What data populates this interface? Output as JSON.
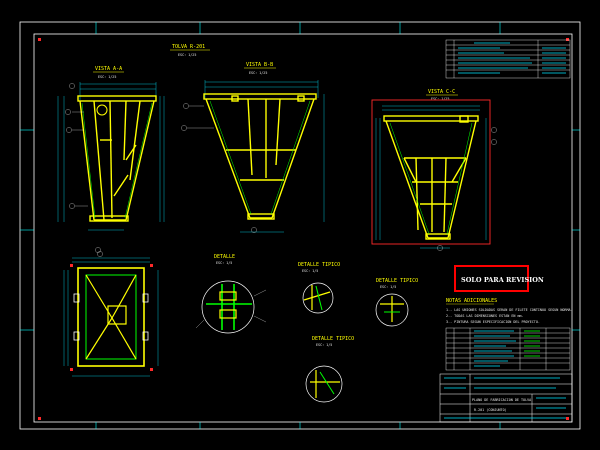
{
  "drawing": {
    "main_title": "TOLVA R-201",
    "main_title_scale": "ESC: 1/25",
    "views": [
      {
        "title": "VISTA A-A",
        "scale": "ESC: 1/25"
      },
      {
        "title": "VISTA B-B",
        "scale": "ESC: 1/25"
      },
      {
        "title": "VISTA C-C",
        "scale": "ESC: 1/25"
      }
    ],
    "details": [
      {
        "title": "DETALLE",
        "sub": "ESC: 1/5"
      },
      {
        "title": "DETALLE TIPICO",
        "sub": "ESC: 1/5"
      },
      {
        "title": "DETALLE TIPICO",
        "sub": "ESC: 1/5"
      },
      {
        "title": "DETALLE TIPICO",
        "sub": "ESC: 1/5"
      }
    ],
    "stamp_text": "SOLO PARA REVISION",
    "notes_title": "NOTAS ADICIONALES",
    "notes": [
      "1.- LAS UNIONES SOLDADAS SERAN DE FILETE CONTINUO SEGUN NORMA.",
      "2.- TODAS LAS DIMENSIONES ESTAN EN mm.",
      "3.- PINTURA SEGUN ESPECIFICACION DEL PROYECTO."
    ],
    "title_block": {
      "line1": "PLANO DE FABRICACION DE TOLVA",
      "line2": "R-201 (CONJUNTO)"
    },
    "colors": {
      "background": "#000000",
      "frame": "#ffffff",
      "border_inner": "#00ffff",
      "structure": "#ffff00",
      "dimension": "#00e5ff",
      "stamp_border": "#ff0000",
      "accent_green": "#00ff00",
      "red": "#ff2a2a"
    }
  }
}
